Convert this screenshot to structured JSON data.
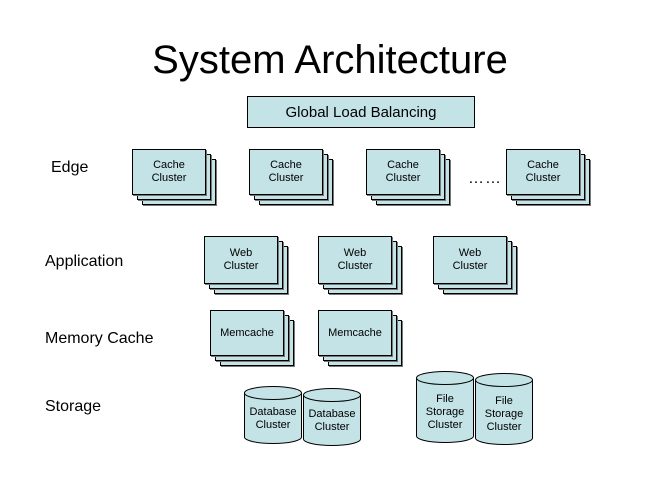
{
  "title": "System Architecture",
  "global_lb": "Global Load Balancing",
  "rows": {
    "edge": "Edge",
    "application": "Application",
    "memory_cache": "Memory Cache",
    "storage": "Storage"
  },
  "edge_clusters": [
    "Cache\nCluster",
    "Cache\nCluster",
    "Cache\nCluster",
    "Cache\nCluster"
  ],
  "ellipsis": "……",
  "web_clusters": [
    "Web\nCluster",
    "Web\nCluster",
    "Web\nCluster"
  ],
  "memcache": [
    "Memcache",
    "Memcache"
  ],
  "databases": [
    "Database\nCluster",
    "Database\nCluster"
  ],
  "file_storage": [
    "File\nStorage\nCluster",
    "File\nStorage\nCluster"
  ],
  "colors": {
    "fill": "#c4e3e6",
    "stroke": "#000000"
  }
}
